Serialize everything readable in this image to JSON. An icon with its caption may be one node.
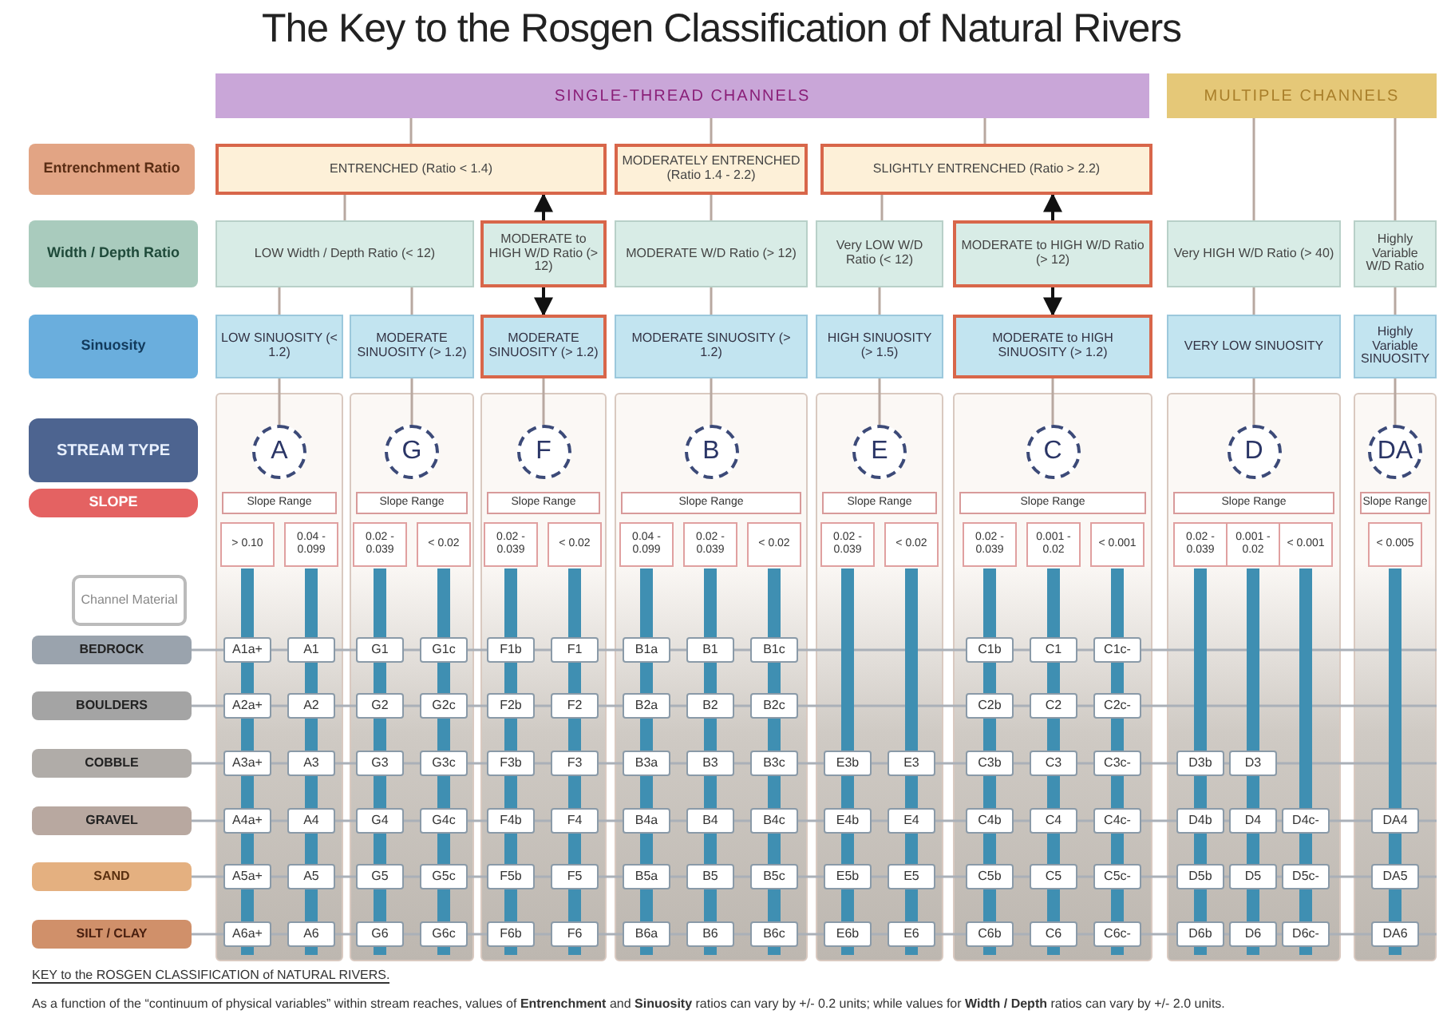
{
  "diagram": {
    "title": "The Key to the Rosgen Classification of Natural Rivers",
    "nodes": [
      {
        "text": [
          "SINGLE-THREAD CHANNELS"
        ]
      },
      {
        "text": [
          "MULTIPLE CHANNELS"
        ]
      },
      {
        "text": [
          "Entrenchment Ratio"
        ]
      },
      {
        "text": [
          "ENTRENCHED (Ratio < 1.4)"
        ]
      },
      {
        "text": [
          "MODERATELY ENTRENCHED (Ratio 1.4 - 2.2)"
        ]
      },
      {
        "text": [
          "SLIGHTLY ENTRENCHED (Ratio > 2.2)"
        ]
      },
      {
        "text": [
          "Width / Depth Ratio"
        ]
      },
      {
        "text": [
          "LOW Width / Depth Ratio (< 12)"
        ]
      },
      {
        "text": [
          "MODERATE to HIGH W/D Ratio (> 12)"
        ]
      },
      {
        "text": [
          "MODERATE W/D Ratio (> 12)"
        ]
      },
      {
        "text": [
          "Very LOW W/D Ratio (< 12)"
        ]
      },
      {
        "text": [
          "MODERATE to HIGH W/D Ratio (> 12)"
        ]
      },
      {
        "text": [
          "Very HIGH W/D Ratio (> 40)"
        ]
      },
      {
        "text": [
          "Highly Variable W/D Ratio"
        ]
      },
      {
        "text": [
          "Sinuosity"
        ]
      },
      {
        "text": [
          "LOW SINUOSITY (< 1.2)"
        ]
      },
      {
        "text": [
          "MODERATE SINUOSITY (> 1.2)"
        ]
      },
      {
        "text": [
          "MODERATE SINUOSITY (> 1.2)"
        ]
      },
      {
        "text": [
          "MODERATE SINUOSITY (> 1.2)"
        ]
      },
      {
        "text": [
          "HIGH SINUOSITY (> 1.5)"
        ]
      },
      {
        "text": [
          "MODERATE to HIGH SINUOSITY (> 1.2)"
        ]
      },
      {
        "text": [
          "VERY LOW SINUOSITY"
        ]
      },
      {
        "text": [
          "Highly Variable SINUOSITY"
        ]
      },
      {
        "text": [
          "STREAM TYPE"
        ]
      },
      {
        "text": [
          "A"
        ]
      },
      {
        "text": [
          "G"
        ]
      },
      {
        "text": [
          "F"
        ]
      },
      {
        "text": [
          "B"
        ]
      },
      {
        "text": [
          "E"
        ]
      },
      {
        "text": [
          "C"
        ]
      },
      {
        "text": [
          "D"
        ]
      },
      {
        "text": [
          "DA"
        ]
      },
      {
        "text": [
          "SLOPE"
        ]
      },
      {
        "text": [
          "Slope Range"
        ]
      },
      {
        "text": [
          "Slope Range"
        ]
      },
      {
        "text": [
          "Slope Range"
        ]
      },
      {
        "text": [
          "Slope Range"
        ]
      },
      {
        "text": [
          "Slope Range"
        ]
      },
      {
        "text": [
          "Slope Range"
        ]
      },
      {
        "text": [
          "Slope Range"
        ]
      },
      {
        "text": [
          "Slope Range"
        ]
      },
      {
        "text": [
          "> 0.10"
        ]
      },
      {
        "text": [
          "0.04 - 0.099"
        ]
      },
      {
        "text": [
          "0.02 - 0.039"
        ]
      },
      {
        "text": [
          "< 0.02"
        ]
      },
      {
        "text": [
          "0.02 - 0.039"
        ]
      },
      {
        "text": [
          "< 0.02"
        ]
      },
      {
        "text": [
          "0.04 - 0.099"
        ]
      },
      {
        "text": [
          "0.02 - 0.039"
        ]
      },
      {
        "text": [
          "< 0.02"
        ]
      },
      {
        "text": [
          "0.02 - 0.039"
        ]
      },
      {
        "text": [
          "< 0.02"
        ]
      },
      {
        "text": [
          "0.02 - 0.039"
        ]
      },
      {
        "text": [
          "0.001 - 0.02"
        ]
      },
      {
        "text": [
          "< 0.001"
        ]
      },
      {
        "text": [
          "0.02 - 0.039"
        ]
      },
      {
        "text": [
          "0.001 - 0.02"
        ]
      },
      {
        "text": [
          "< 0.001"
        ]
      },
      {
        "text": [
          "< 0.005"
        ]
      },
      {
        "text": [
          "Channel Material"
        ]
      },
      {
        "text": [
          "BEDROCK"
        ]
      },
      {
        "text": [
          "A1a+"
        ]
      },
      {
        "text": [
          "A1"
        ]
      },
      {
        "text": [
          "G1"
        ]
      },
      {
        "text": [
          "G1c"
        ]
      },
      {
        "text": [
          "F1b"
        ]
      },
      {
        "text": [
          "F1"
        ]
      },
      {
        "text": [
          "B1a"
        ]
      },
      {
        "text": [
          "B1"
        ]
      },
      {
        "text": [
          "B1c"
        ]
      },
      {
        "text": [
          "C1b"
        ]
      },
      {
        "text": [
          "C1"
        ]
      },
      {
        "text": [
          "C1c-"
        ]
      },
      {
        "text": [
          "BOULDERS"
        ]
      },
      {
        "text": [
          "A2a+"
        ]
      },
      {
        "text": [
          "A2"
        ]
      },
      {
        "text": [
          "G2"
        ]
      },
      {
        "text": [
          "G2c"
        ]
      },
      {
        "text": [
          "F2b"
        ]
      },
      {
        "text": [
          "F2"
        ]
      },
      {
        "text": [
          "B2a"
        ]
      },
      {
        "text": [
          "B2"
        ]
      },
      {
        "text": [
          "B2c"
        ]
      },
      {
        "text": [
          "C2b"
        ]
      },
      {
        "text": [
          "C2"
        ]
      },
      {
        "text": [
          "C2c-"
        ]
      },
      {
        "text": [
          "COBBLE"
        ]
      },
      {
        "text": [
          "A3a+"
        ]
      },
      {
        "text": [
          "A3"
        ]
      },
      {
        "text": [
          "G3"
        ]
      },
      {
        "text": [
          "G3c"
        ]
      },
      {
        "text": [
          "F3b"
        ]
      },
      {
        "text": [
          "F3"
        ]
      },
      {
        "text": [
          "B3a"
        ]
      },
      {
        "text": [
          "B3"
        ]
      },
      {
        "text": [
          "B3c"
        ]
      },
      {
        "text": [
          "E3b"
        ]
      },
      {
        "text": [
          "E3"
        ]
      },
      {
        "text": [
          "C3b"
        ]
      },
      {
        "text": [
          "C3"
        ]
      },
      {
        "text": [
          "C3c-"
        ]
      },
      {
        "text": [
          "D3b"
        ]
      },
      {
        "text": [
          "D3"
        ]
      },
      {
        "text": [
          "GRAVEL"
        ]
      },
      {
        "text": [
          "A4a+"
        ]
      },
      {
        "text": [
          "A4"
        ]
      },
      {
        "text": [
          "G4"
        ]
      },
      {
        "text": [
          "G4c"
        ]
      },
      {
        "text": [
          "F4b"
        ]
      },
      {
        "text": [
          "F4"
        ]
      },
      {
        "text": [
          "B4a"
        ]
      },
      {
        "text": [
          "B4"
        ]
      },
      {
        "text": [
          "B4c"
        ]
      },
      {
        "text": [
          "E4b"
        ]
      },
      {
        "text": [
          "E4"
        ]
      },
      {
        "text": [
          "C4b"
        ]
      },
      {
        "text": [
          "C4"
        ]
      },
      {
        "text": [
          "C4c-"
        ]
      },
      {
        "text": [
          "D4b"
        ]
      },
      {
        "text": [
          "D4"
        ]
      },
      {
        "text": [
          "D4c-"
        ]
      },
      {
        "text": [
          "DA4"
        ]
      },
      {
        "text": [
          "SAND"
        ]
      },
      {
        "text": [
          "A5a+"
        ]
      },
      {
        "text": [
          "A5"
        ]
      },
      {
        "text": [
          "G5"
        ]
      },
      {
        "text": [
          "G5c"
        ]
      },
      {
        "text": [
          "F5b"
        ]
      },
      {
        "text": [
          "F5"
        ]
      },
      {
        "text": [
          "B5a"
        ]
      },
      {
        "text": [
          "B5"
        ]
      },
      {
        "text": [
          "B5c"
        ]
      },
      {
        "text": [
          "E5b"
        ]
      },
      {
        "text": [
          "E5"
        ]
      },
      {
        "text": [
          "C5b"
        ]
      },
      {
        "text": [
          "C5"
        ]
      },
      {
        "text": [
          "C5c-"
        ]
      },
      {
        "text": [
          "D5b"
        ]
      },
      {
        "text": [
          "D5"
        ]
      },
      {
        "text": [
          "D5c-"
        ]
      },
      {
        "text": [
          "DA5"
        ]
      },
      {
        "text": [
          "SILT / CLAY"
        ]
      },
      {
        "text": [
          "A6a+"
        ]
      },
      {
        "text": [
          "A6"
        ]
      },
      {
        "text": [
          "G6"
        ]
      },
      {
        "text": [
          "G6c"
        ]
      },
      {
        "text": [
          "F6b"
        ]
      },
      {
        "text": [
          "F6"
        ]
      },
      {
        "text": [
          "B6a"
        ]
      },
      {
        "text": [
          "B6"
        ]
      },
      {
        "text": [
          "B6c"
        ]
      },
      {
        "text": [
          "E6b"
        ]
      },
      {
        "text": [
          "E6"
        ]
      },
      {
        "text": [
          "C6b"
        ]
      },
      {
        "text": [
          "C6"
        ]
      },
      {
        "text": [
          "C6c-"
        ]
      },
      {
        "text": [
          "D6b"
        ]
      },
      {
        "text": [
          "D6"
        ]
      },
      {
        "text": [
          "D6c-"
        ]
      },
      {
        "text": [
          "DA6"
        ]
      }
    ],
    "edges": [
      {
        "from": 0,
        "to": 3,
        "arrow": "none"
      },
      {
        "from": 0,
        "to": 4,
        "arrow": "none"
      },
      {
        "from": 0,
        "to": 5,
        "arrow": "none"
      },
      {
        "from": 1,
        "to": 12,
        "arrow": "none"
      },
      {
        "from": 1,
        "to": 13,
        "arrow": "none"
      },
      {
        "from": 3,
        "to": 7,
        "arrow": "none"
      },
      {
        "from": 8,
        "to": 3,
        "arrow": "to",
        "color": "#111111"
      },
      {
        "from": 4,
        "to": 9,
        "arrow": "none"
      },
      {
        "from": 5,
        "to": 10,
        "arrow": "none"
      },
      {
        "from": 11,
        "to": 5,
        "arrow": "to",
        "color": "#111111"
      },
      {
        "from": 7,
        "to": 15,
        "arrow": "none"
      },
      {
        "from": 7,
        "to": 16,
        "arrow": "none"
      },
      {
        "from": 8,
        "to": 17,
        "arrow": "to",
        "color": "#111111"
      },
      {
        "from": 9,
        "to": 18,
        "arrow": "none"
      },
      {
        "from": 10,
        "to": 19,
        "arrow": "none"
      },
      {
        "from": 11,
        "to": 20,
        "arrow": "to",
        "color": "#111111"
      },
      {
        "from": 12,
        "to": 21,
        "arrow": "none"
      },
      {
        "from": 13,
        "to": 22,
        "arrow": "none"
      },
      {
        "from": 15,
        "to": 24,
        "arrow": "none"
      },
      {
        "from": 16,
        "to": 25,
        "arrow": "none"
      },
      {
        "from": 17,
        "to": 26,
        "arrow": "none"
      },
      {
        "from": 18,
        "to": 27,
        "arrow": "none"
      },
      {
        "from": 19,
        "to": 28,
        "arrow": "none"
      },
      {
        "from": 20,
        "to": 29,
        "arrow": "none"
      },
      {
        "from": 21,
        "to": 30,
        "arrow": "none"
      },
      {
        "from": 22,
        "to": 31,
        "arrow": "none"
      }
    ],
    "labels": [
      "KEY to the ROSGEN CLASSIFICATION of NATURAL RIVERS.",
      "As a function of the “continuum of physical variables” within stream reaches, values of **Entrenchment** and **Sinuosity** ratios can vary by +/- 0.2 units; while values for **Width / Depth** ratios can vary by +/- 2.0 units."
    ]
  }
}
